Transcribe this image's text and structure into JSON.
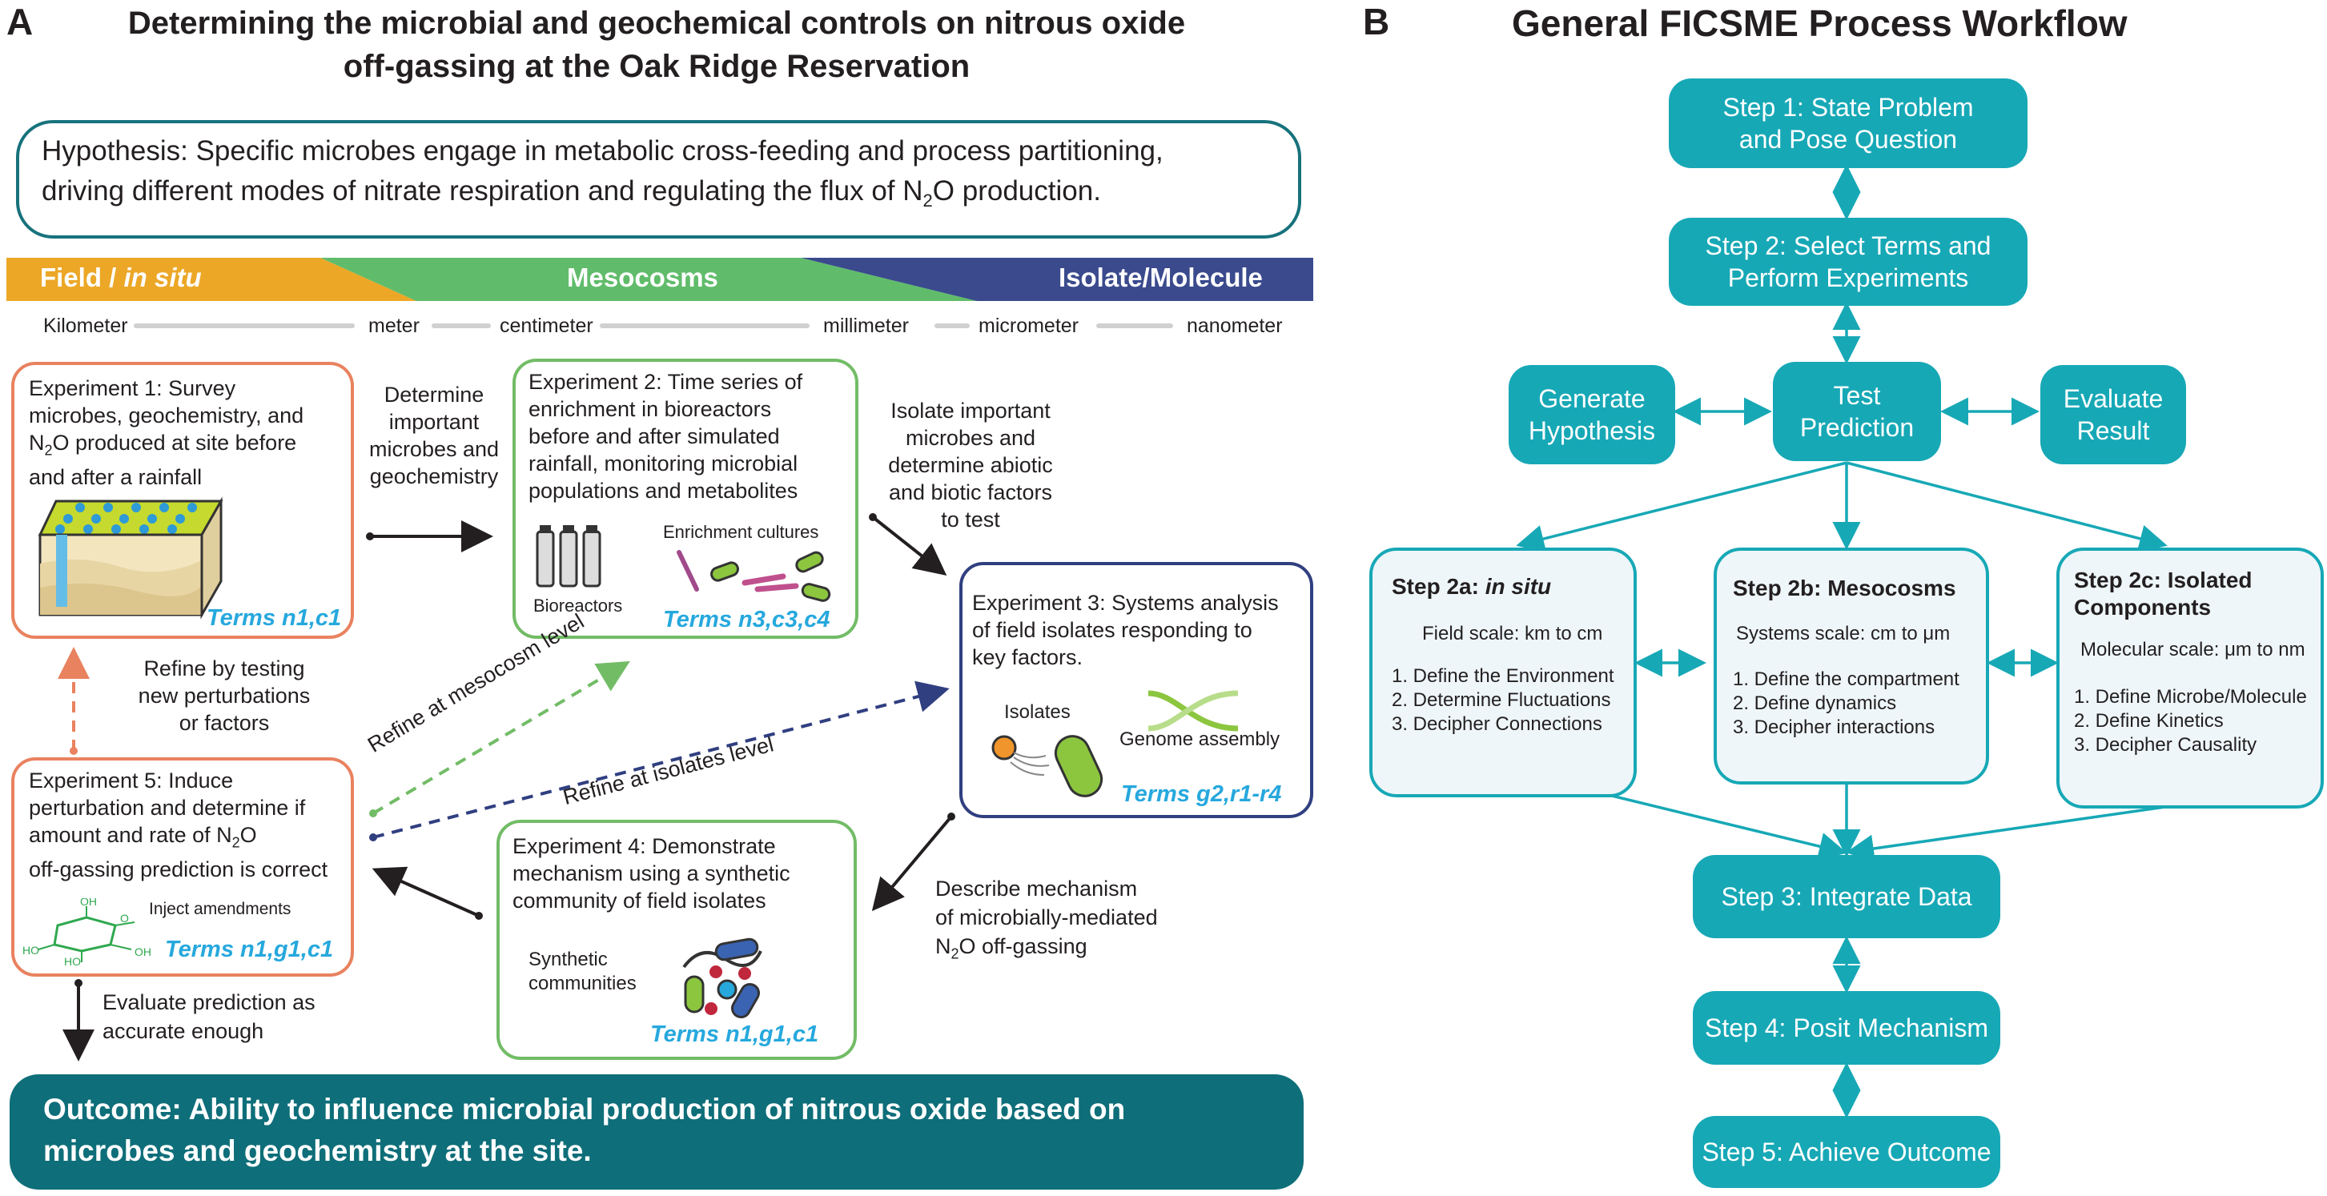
{
  "panel_a": {
    "letter": "A",
    "title_line1": "Determining the microbial and geochemical controls on nitrous oxide",
    "title_line2": "off-gassing at the Oak Ridge Reservation",
    "hypothesis_line1": "Hypothesis: Specific microbes engage in metabolic cross-feeding and process partitioning,",
    "hypothesis_line2_pre": "driving different modes of nitrate respiration and regulating the flux of N",
    "hypothesis_line2_sub": "2",
    "hypothesis_line2_post": "O production.",
    "band": {
      "field_pre": "Field / ",
      "field_italic": "in situ",
      "mesocosms": "Mesocosms",
      "isolate": "Isolate/Molecule",
      "colors": {
        "field": "#eca727",
        "mesocosms": "#60bc6a",
        "isolate": "#3a4a8d"
      }
    },
    "scale": [
      "Kilometer",
      "meter",
      "centimeter",
      "millimeter",
      "micrometer",
      "nanometer"
    ],
    "exp1": {
      "l1": "Experiment 1: Survey",
      "l2": "microbes, geochemistry, and",
      "l3_pre": "N",
      "l3_sub": "2",
      "l3_post": "O produced at site before",
      "l4": "and after a rainfall",
      "terms": "Terms n1,c1"
    },
    "exp2": {
      "l1": "Experiment 2: Time series of",
      "l2": "enrichment in bioreactors",
      "l3": "before and after simulated",
      "l4": "rainfall, monitoring microbial",
      "l5": "populations and metabolites",
      "bioreactors": "Bioreactors",
      "enrichment": "Enrichment cultures",
      "terms": "Terms n3,c3,c4"
    },
    "exp3": {
      "l1": "Experiment 3: Systems analysis",
      "l2": "of field isolates responding to",
      "l3": "key factors.",
      "isolates": "Isolates",
      "genome": "Genome assembly",
      "terms": "Terms g2,r1-r4"
    },
    "exp4": {
      "l1": "Experiment 4: Demonstrate",
      "l2": "mechanism using a synthetic",
      "l3": "community of field isolates",
      "synthetic_l1": "Synthetic",
      "synthetic_l2": "communities",
      "terms": "Terms n1,g1,c1"
    },
    "exp5": {
      "l1": "Experiment 5: Induce",
      "l2": "perturbation and determine if",
      "l3_pre": "amount and rate of N",
      "l3_sub": "2",
      "l3_post": "O",
      "l4": "off-gassing prediction is correct",
      "inject": "Inject amendments",
      "terms": "Terms n1,g1,c1",
      "oh": "HO",
      "oh2": "OH",
      "ring_o": "O"
    },
    "arrows": {
      "determine": [
        "Determine",
        "important",
        "microbes and",
        "geochemistry"
      ],
      "isolate": [
        "Isolate important",
        "microbes and",
        "determine abiotic",
        "and biotic factors",
        "to test"
      ],
      "refine_test": [
        "Refine by testing",
        "new perturbations",
        "or factors"
      ],
      "refine_meso": "Refine at mesocosm level",
      "refine_iso": "Refine at isolates level",
      "describe_l1": "Describe mechanism",
      "describe_l2": "of microbially-mediated",
      "describe_l3_pre": "N",
      "describe_l3_sub": "2",
      "describe_l3_post": "O off-gassing",
      "evaluate": [
        "Evaluate prediction as",
        "accurate enough"
      ]
    },
    "outcome_l1": "Outcome: Ability to influence microbial production of nitrous oxide based on",
    "outcome_l2": "microbes and geochemistry at the site."
  },
  "panel_b": {
    "letter": "B",
    "title": "General FICSME Process Workflow",
    "step1": [
      "Step 1: State Problem",
      "and Pose Question"
    ],
    "step2": [
      "Step 2: Select Terms and",
      "Perform Experiments"
    ],
    "generate": [
      "Generate",
      "Hypothesis"
    ],
    "test": [
      "Test",
      "Prediction"
    ],
    "evaluate": [
      "Evaluate",
      "Result"
    ],
    "step2a": {
      "head_pre": "Step 2a: ",
      "head_italic": "in situ",
      "scale": "Field scale: km to cm",
      "items": [
        "1. Define the Environment",
        "2. Determine Fluctuations",
        "3. Decipher Connections"
      ]
    },
    "step2b": {
      "head": "Step 2b: Mesocosms",
      "scale": "Systems scale: cm to μm",
      "items": [
        "1. Define the compartment",
        "2. Define dynamics",
        "3. Decipher interactions"
      ]
    },
    "step2c": {
      "head_l1": "Step 2c: Isolated",
      "head_l2": "Components",
      "scale": "Molecular scale: μm to nm",
      "items": [
        "1. Define Microbe/Molecule",
        "2. Define Kinetics",
        "3. Decipher Causality"
      ]
    },
    "step3": "Step 3: Integrate Data",
    "step4": "Step 4: Posit Mechanism",
    "step5": "Step 5: Achieve Outcome",
    "colors": {
      "teal": "#17a8b6",
      "dark_teal": "#0e6e79"
    }
  }
}
